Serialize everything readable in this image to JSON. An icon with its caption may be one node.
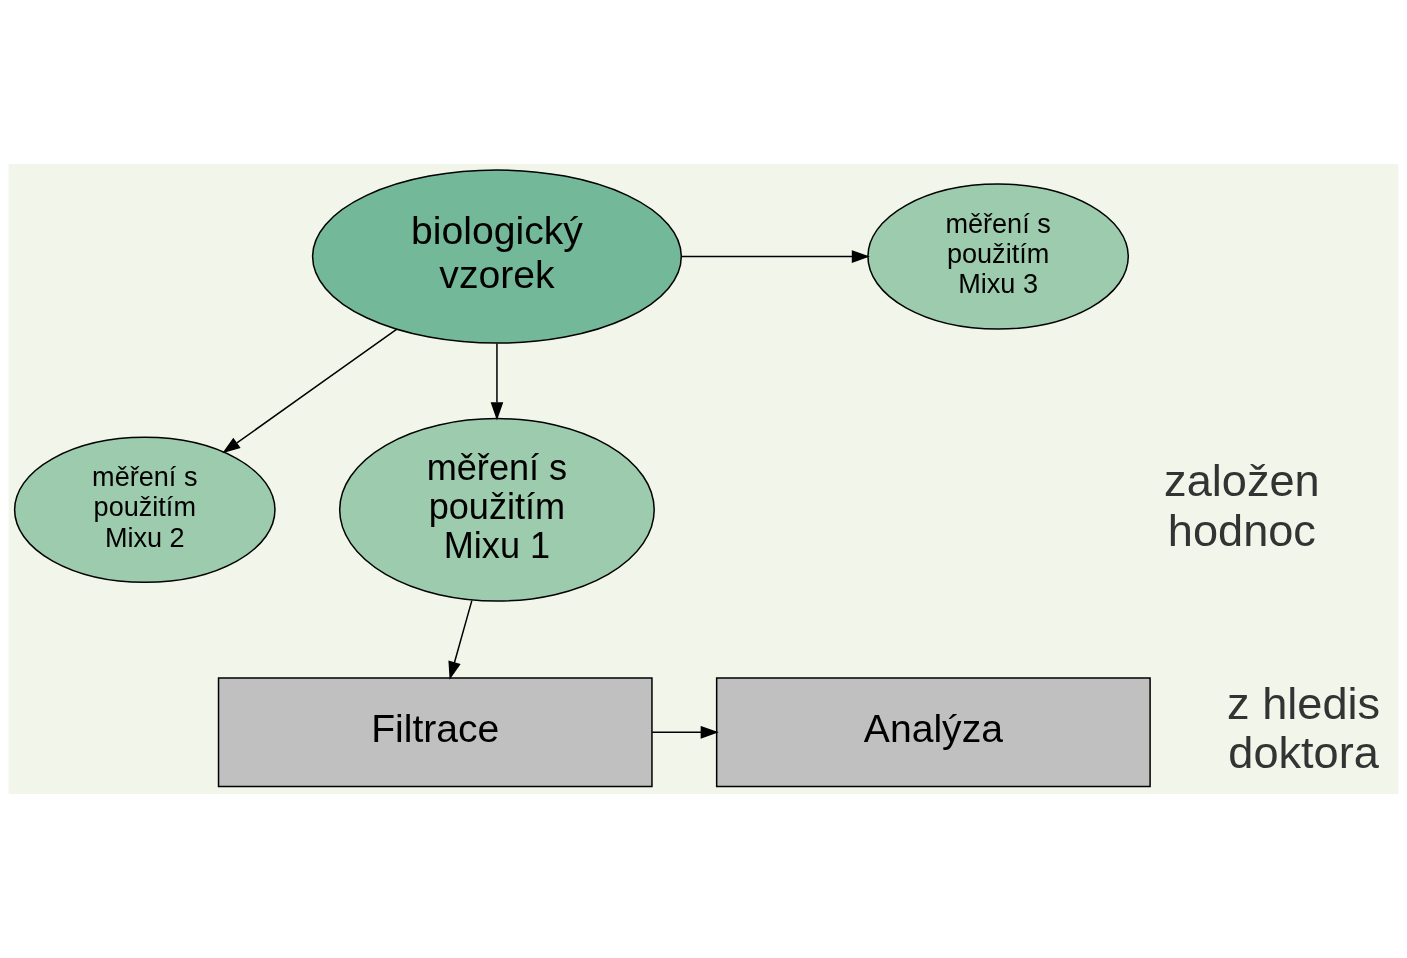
{
  "diagram": {
    "nodes": [
      {
        "text": [
          "biologický vzorek"
        ]
      },
      {
        "text": [
          "měření s použitím Mixu 3"
        ]
      },
      {
        "text": [
          "měření s použitím Mixu 2"
        ]
      },
      {
        "text": [
          "měření s použitím Mixu 1"
        ]
      },
      {
        "text": [
          "Filtrace"
        ]
      },
      {
        "text": [
          "Analýza"
        ]
      }
    ],
    "edges": [
      {
        "from": 0,
        "to": 1,
        "arrow": "to"
      },
      {
        "from": 0,
        "to": 2,
        "arrow": "to"
      },
      {
        "from": 0,
        "to": 3,
        "arrow": "to"
      },
      {
        "from": 3,
        "to": 4,
        "arrow": "to"
      },
      {
        "from": 4,
        "to": 5,
        "arrow": "to"
      }
    ],
    "labels": [
      "založen hodnoc",
      "z hledis doktora"
    ]
  }
}
